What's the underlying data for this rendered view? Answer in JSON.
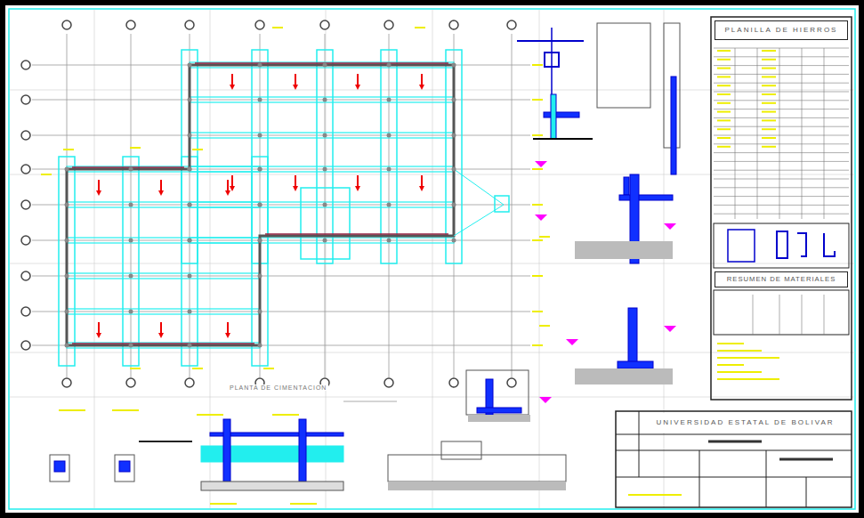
{
  "diagram": {
    "nodes": [
      {
        "text": [
          "PLANILLA DE HIERROS"
        ]
      },
      {
        "text": [
          "RESUMEN DE MATERIALES"
        ]
      },
      {
        "text": [
          "UNIVERSIDAD ESTATAL DE BOLIVAR"
        ]
      }
    ],
    "labels": [
      "PLANTA DE CIMENTACION"
    ]
  }
}
